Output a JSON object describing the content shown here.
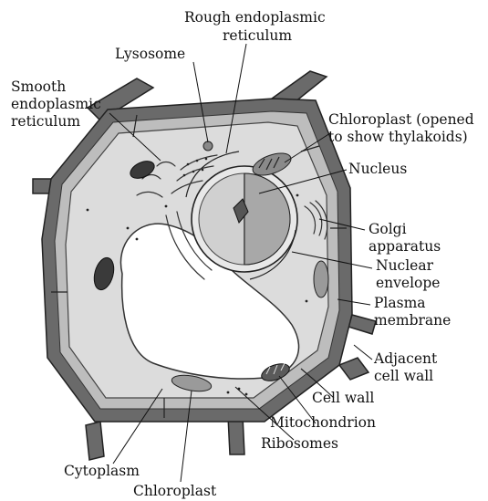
{
  "labels": {
    "rough_er": [
      "Rough endoplasmic",
      "reticulum"
    ],
    "lysosome": "Lysosome",
    "smooth_er": [
      "Smooth",
      "endoplasmic",
      "reticulum"
    ],
    "chloroplast_opened": [
      "Chloroplast (opened",
      "to show thylakoids)"
    ],
    "nucleus": "Nucleus",
    "golgi": [
      "Golgi",
      "apparatus"
    ],
    "nuclear_envelope": [
      "Nuclear",
      "envelope"
    ],
    "plasma_membrane": [
      "Plasma",
      "membrane"
    ],
    "adjacent_cell_wall": [
      "Adjacent",
      "cell wall"
    ],
    "cell_wall": "Cell wall",
    "mitochondrion": "Mitochondrion",
    "ribosomes": "Ribosomes",
    "cytoplasm": "Cytoplasm",
    "chloroplast": "Chloroplast"
  }
}
